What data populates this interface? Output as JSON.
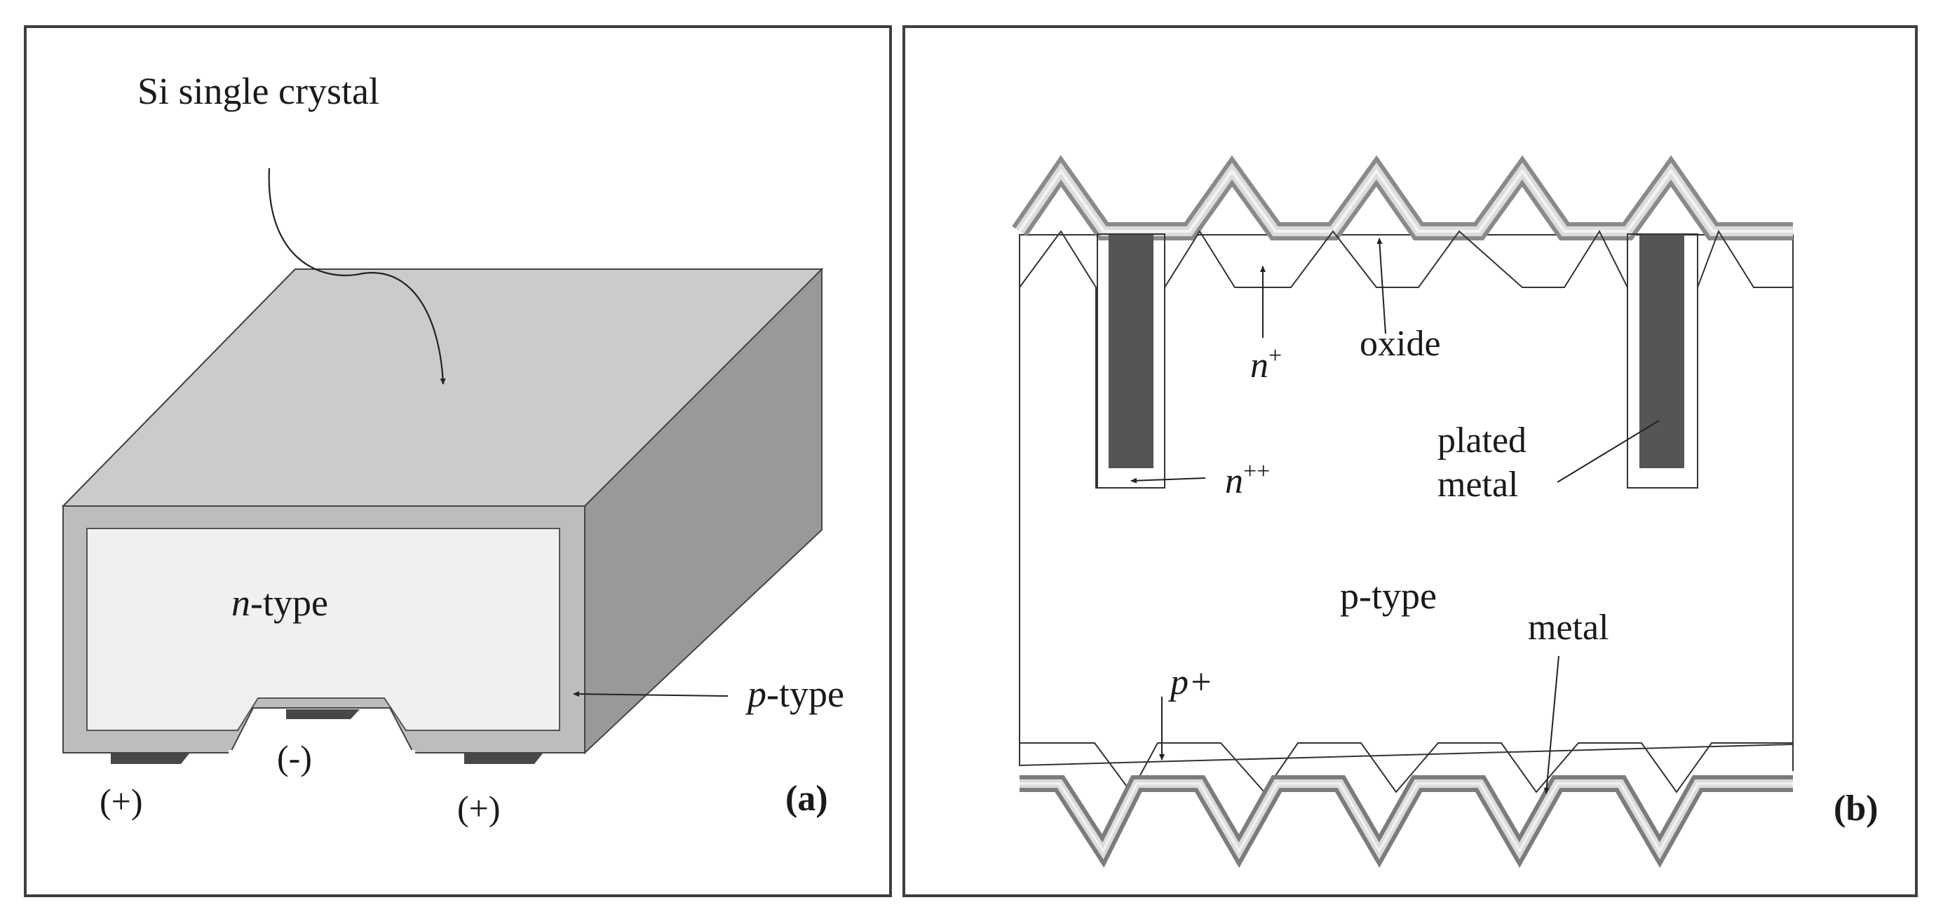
{
  "panel_a": {
    "crystal_label": "Si single crystal",
    "n_type_italic": "n",
    "n_type_suffix": "-type",
    "p_type_italic": "p",
    "p_type_suffix": "-type",
    "minus_contact": "(-)",
    "plus_contact_left": "(+)",
    "plus_contact_right": "(+)",
    "panel_tag": "(a)"
  },
  "panel_b": {
    "oxide": "oxide",
    "n_plus_base": "n",
    "n_plus_sup": "+",
    "n_plusplus_base": "n",
    "n_plusplus_sup": "++",
    "plated_line1": "plated",
    "plated_line2": "metal",
    "p_type": "p-type",
    "metal": "metal",
    "p_plus": "p+",
    "panel_tag": "(b)"
  },
  "colors": {
    "top_face": "#cbcbcb",
    "side_face": "#999999",
    "front_frame": "#bdbdbd",
    "n_region": "#f0f0f0",
    "contact": "#474747",
    "plated_metal": "#555555",
    "oxide_layer": "#dcdcdc"
  }
}
